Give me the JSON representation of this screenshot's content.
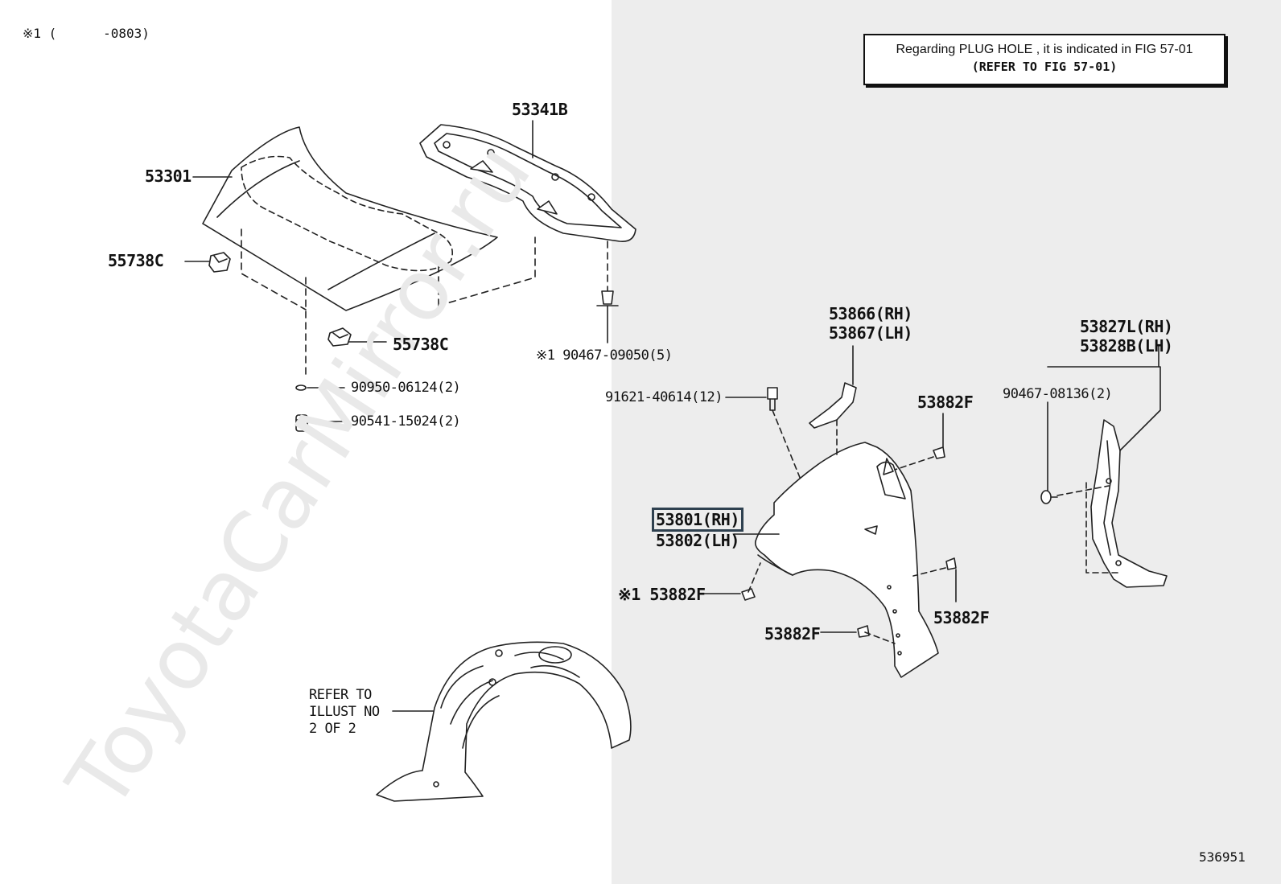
{
  "header": {
    "applicability": "※1 (      -0803)",
    "note_line1": "Regarding PLUG HOLE , it is indicated in FIG 57-01",
    "note_line2": "(REFER TO FIG 57-01)"
  },
  "watermark": "ToyotaCarMirror.ru",
  "illustration_number": "536951",
  "parts": {
    "hood": "53301",
    "hood_seal": "53341B",
    "bumper_left": "55738C",
    "bumper_center": "55738C",
    "clip_hood_seal": "※1 90467-09050(5)",
    "o_ring": "90950-06124(2)",
    "cushion": "90541-15024(2)",
    "bolt": "91621-40614(12)",
    "fender_bracket_rh": "53866(RH)",
    "fender_bracket_lh": "53867(LH)",
    "clip_top": "53882F",
    "clip_left": "※1 53882F",
    "clip_bottom_left": "53882F",
    "clip_bottom_right": "53882F",
    "clip_seal": "90467-08136(2)",
    "fender_seal_rh": "53827L(RH)",
    "fender_seal_lh": "53828B(LH)",
    "fender_rh": "53801(RH)",
    "fender_lh": "53802(LH)",
    "liner_ref_1": "REFER TO",
    "liner_ref_2": "ILLUST NO",
    "liner_ref_3": "2 OF 2"
  },
  "colors": {
    "right_panel_bg": "#ededed",
    "highlight_border": "#2f4150",
    "line": "#222222"
  }
}
